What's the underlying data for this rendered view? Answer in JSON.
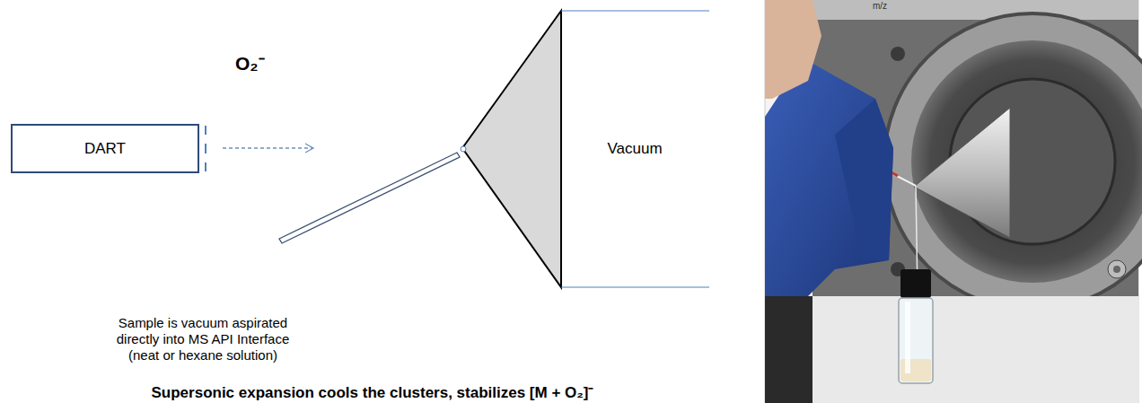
{
  "diagram": {
    "nodes": [
      {
        "text": [
          "DART"
        ]
      }
    ],
    "labels": [
      "O₂⁻",
      "Vacuum",
      "Sample is vacuum aspirated directly into MS API Interface (neat or hexane solution)",
      "Supersonic expansion cools the clusters, stabilizes [M + O₂]⁻",
      "m/z"
    ]
  }
}
